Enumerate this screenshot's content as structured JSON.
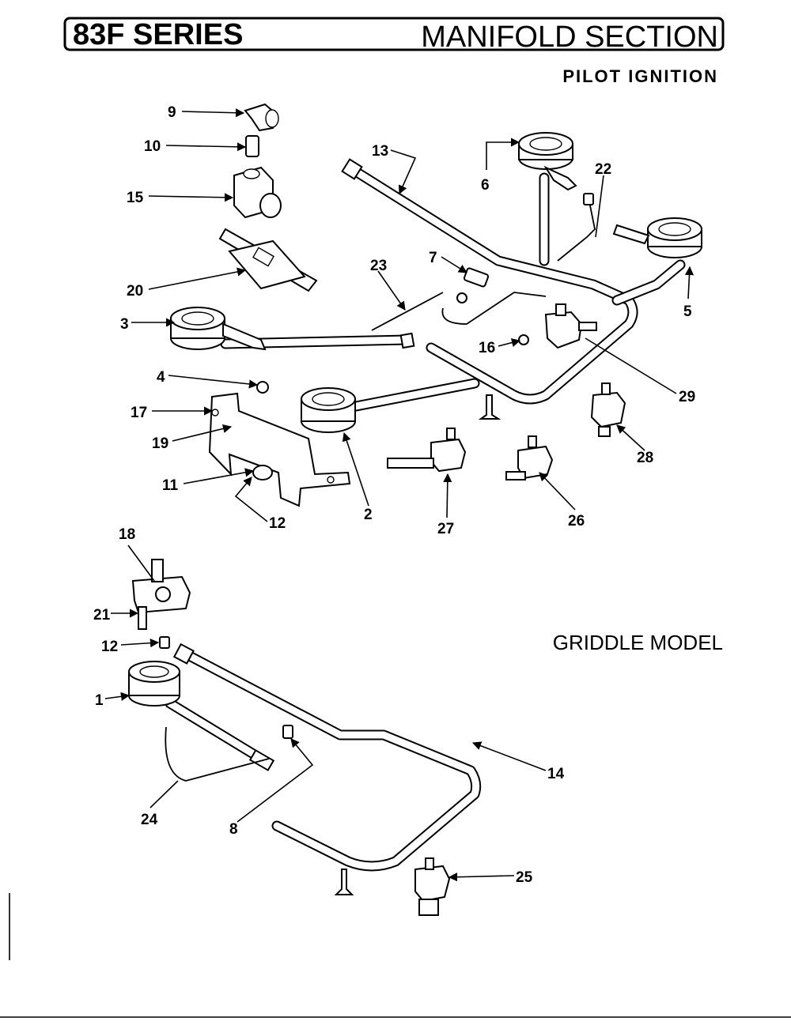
{
  "header": {
    "series": "83F SERIES",
    "section": "MANIFOLD SECTION",
    "subtitle": "PILOT IGNITION"
  },
  "griddle_label": "GRIDDLE MODEL",
  "callouts": [
    {
      "id": "9",
      "label": "9"
    },
    {
      "id": "10",
      "label": "10"
    },
    {
      "id": "15",
      "label": "15"
    },
    {
      "id": "20",
      "label": "20"
    },
    {
      "id": "3",
      "label": "3"
    },
    {
      "id": "4",
      "label": "4"
    },
    {
      "id": "17",
      "label": "17"
    },
    {
      "id": "19",
      "label": "19"
    },
    {
      "id": "11",
      "label": "11"
    },
    {
      "id": "12a",
      "label": "12"
    },
    {
      "id": "2",
      "label": "2"
    },
    {
      "id": "13",
      "label": "13"
    },
    {
      "id": "6",
      "label": "6"
    },
    {
      "id": "22",
      "label": "22"
    },
    {
      "id": "7",
      "label": "7"
    },
    {
      "id": "23",
      "label": "23"
    },
    {
      "id": "5",
      "label": "5"
    },
    {
      "id": "16",
      "label": "16"
    },
    {
      "id": "29",
      "label": "29"
    },
    {
      "id": "28",
      "label": "28"
    },
    {
      "id": "27",
      "label": "27"
    },
    {
      "id": "26",
      "label": "26"
    },
    {
      "id": "18",
      "label": "18"
    },
    {
      "id": "21",
      "label": "21"
    },
    {
      "id": "12b",
      "label": "12"
    },
    {
      "id": "1",
      "label": "1"
    },
    {
      "id": "24",
      "label": "24"
    },
    {
      "id": "8",
      "label": "8"
    },
    {
      "id": "14",
      "label": "14"
    },
    {
      "id": "25",
      "label": "25"
    }
  ]
}
